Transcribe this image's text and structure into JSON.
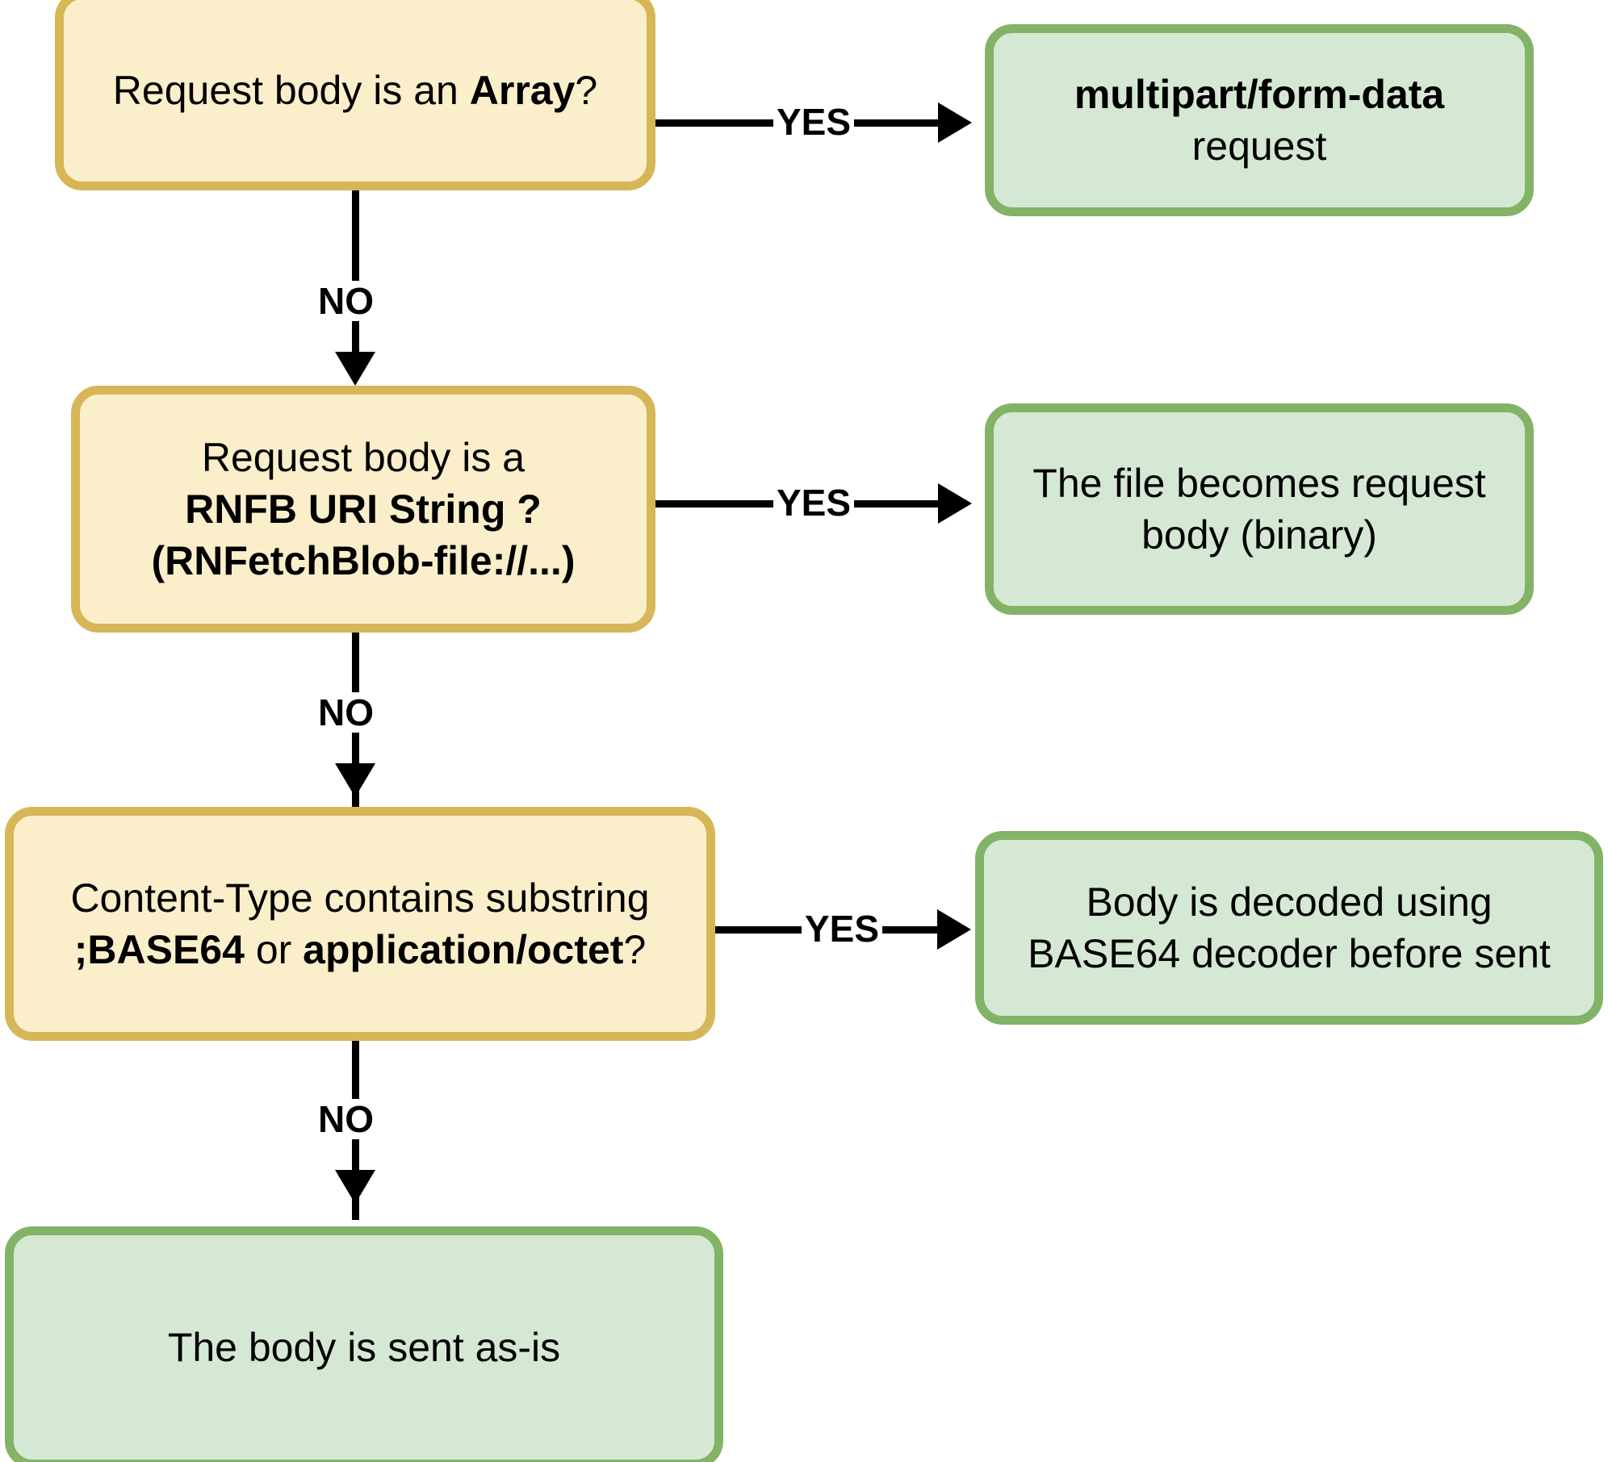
{
  "diagram": {
    "title": "Request body handling decision flow",
    "colors": {
      "decision_fill": "#FBEFCB",
      "decision_border": "#D6B656",
      "terminal_fill": "#D5E8D4",
      "terminal_border": "#82B366",
      "connector": "#000000",
      "background": "#FFFFFF"
    },
    "nodes": [
      {
        "id": "d1",
        "type": "decision",
        "lines": [
          {
            "parts": [
              {
                "text": "Request body is an ",
                "bold": false
              },
              {
                "text": "Array",
                "bold": true
              },
              {
                "text": "?",
                "bold": false
              }
            ]
          }
        ],
        "plain": "Request body is an Array?"
      },
      {
        "id": "t1",
        "type": "terminal",
        "lines": [
          {
            "parts": [
              {
                "text": "multipart/form-data",
                "bold": true
              }
            ]
          },
          {
            "parts": [
              {
                "text": "request",
                "bold": false
              }
            ]
          }
        ],
        "plain": "multipart/form-data request"
      },
      {
        "id": "d2",
        "type": "decision",
        "lines": [
          {
            "parts": [
              {
                "text": "Request body is a",
                "bold": false
              }
            ]
          },
          {
            "parts": [
              {
                "text": "RNFB URI String ?",
                "bold": true
              }
            ]
          },
          {
            "parts": [
              {
                "text": "(RNFetchBlob-file://...)",
                "bold": true
              }
            ]
          }
        ],
        "plain": "Request body is a RNFB URI String ? (RNFetchBlob-file://...)"
      },
      {
        "id": "t2",
        "type": "terminal",
        "lines": [
          {
            "parts": [
              {
                "text": "The file becomes request",
                "bold": false
              }
            ]
          },
          {
            "parts": [
              {
                "text": "body (binary)",
                "bold": false
              }
            ]
          }
        ],
        "plain": "The file becomes request body (binary)"
      },
      {
        "id": "d3",
        "type": "decision",
        "lines": [
          {
            "parts": [
              {
                "text": "Content-Type contains substring",
                "bold": false
              }
            ]
          },
          {
            "parts": [
              {
                "text": ";BASE64",
                "bold": true
              },
              {
                "text": " or ",
                "bold": false
              },
              {
                "text": "application/octet",
                "bold": true
              },
              {
                "text": "?",
                "bold": false
              }
            ]
          }
        ],
        "plain": "Content-Type contains substring ;BASE64 or application/octet?"
      },
      {
        "id": "t3",
        "type": "terminal",
        "lines": [
          {
            "parts": [
              {
                "text": "Body is decoded using",
                "bold": false
              }
            ]
          },
          {
            "parts": [
              {
                "text": "BASE64 decoder before sent",
                "bold": false
              }
            ]
          }
        ],
        "plain": "Body is decoded using BASE64 decoder before sent"
      },
      {
        "id": "t4",
        "type": "terminal",
        "lines": [
          {
            "parts": [
              {
                "text": "The body is sent as-is",
                "bold": false
              }
            ]
          },
          {
            "parts": [
              {
                "text": "",
                "bold": false
              }
            ]
          }
        ],
        "plain": "The body is sent as-is"
      }
    ],
    "edges": [
      {
        "id": "e1",
        "from": "d1",
        "to": "t1",
        "label": "YES",
        "direction": "right"
      },
      {
        "id": "e2",
        "from": "d1",
        "to": "d2",
        "label": "NO",
        "direction": "down"
      },
      {
        "id": "e3",
        "from": "d2",
        "to": "t2",
        "label": "YES",
        "direction": "right"
      },
      {
        "id": "e4",
        "from": "d2",
        "to": "d3",
        "label": "NO",
        "direction": "down"
      },
      {
        "id": "e5",
        "from": "d3",
        "to": "t3",
        "label": "YES",
        "direction": "right"
      },
      {
        "id": "e6",
        "from": "d3",
        "to": "t4",
        "label": "NO",
        "direction": "down"
      }
    ]
  }
}
